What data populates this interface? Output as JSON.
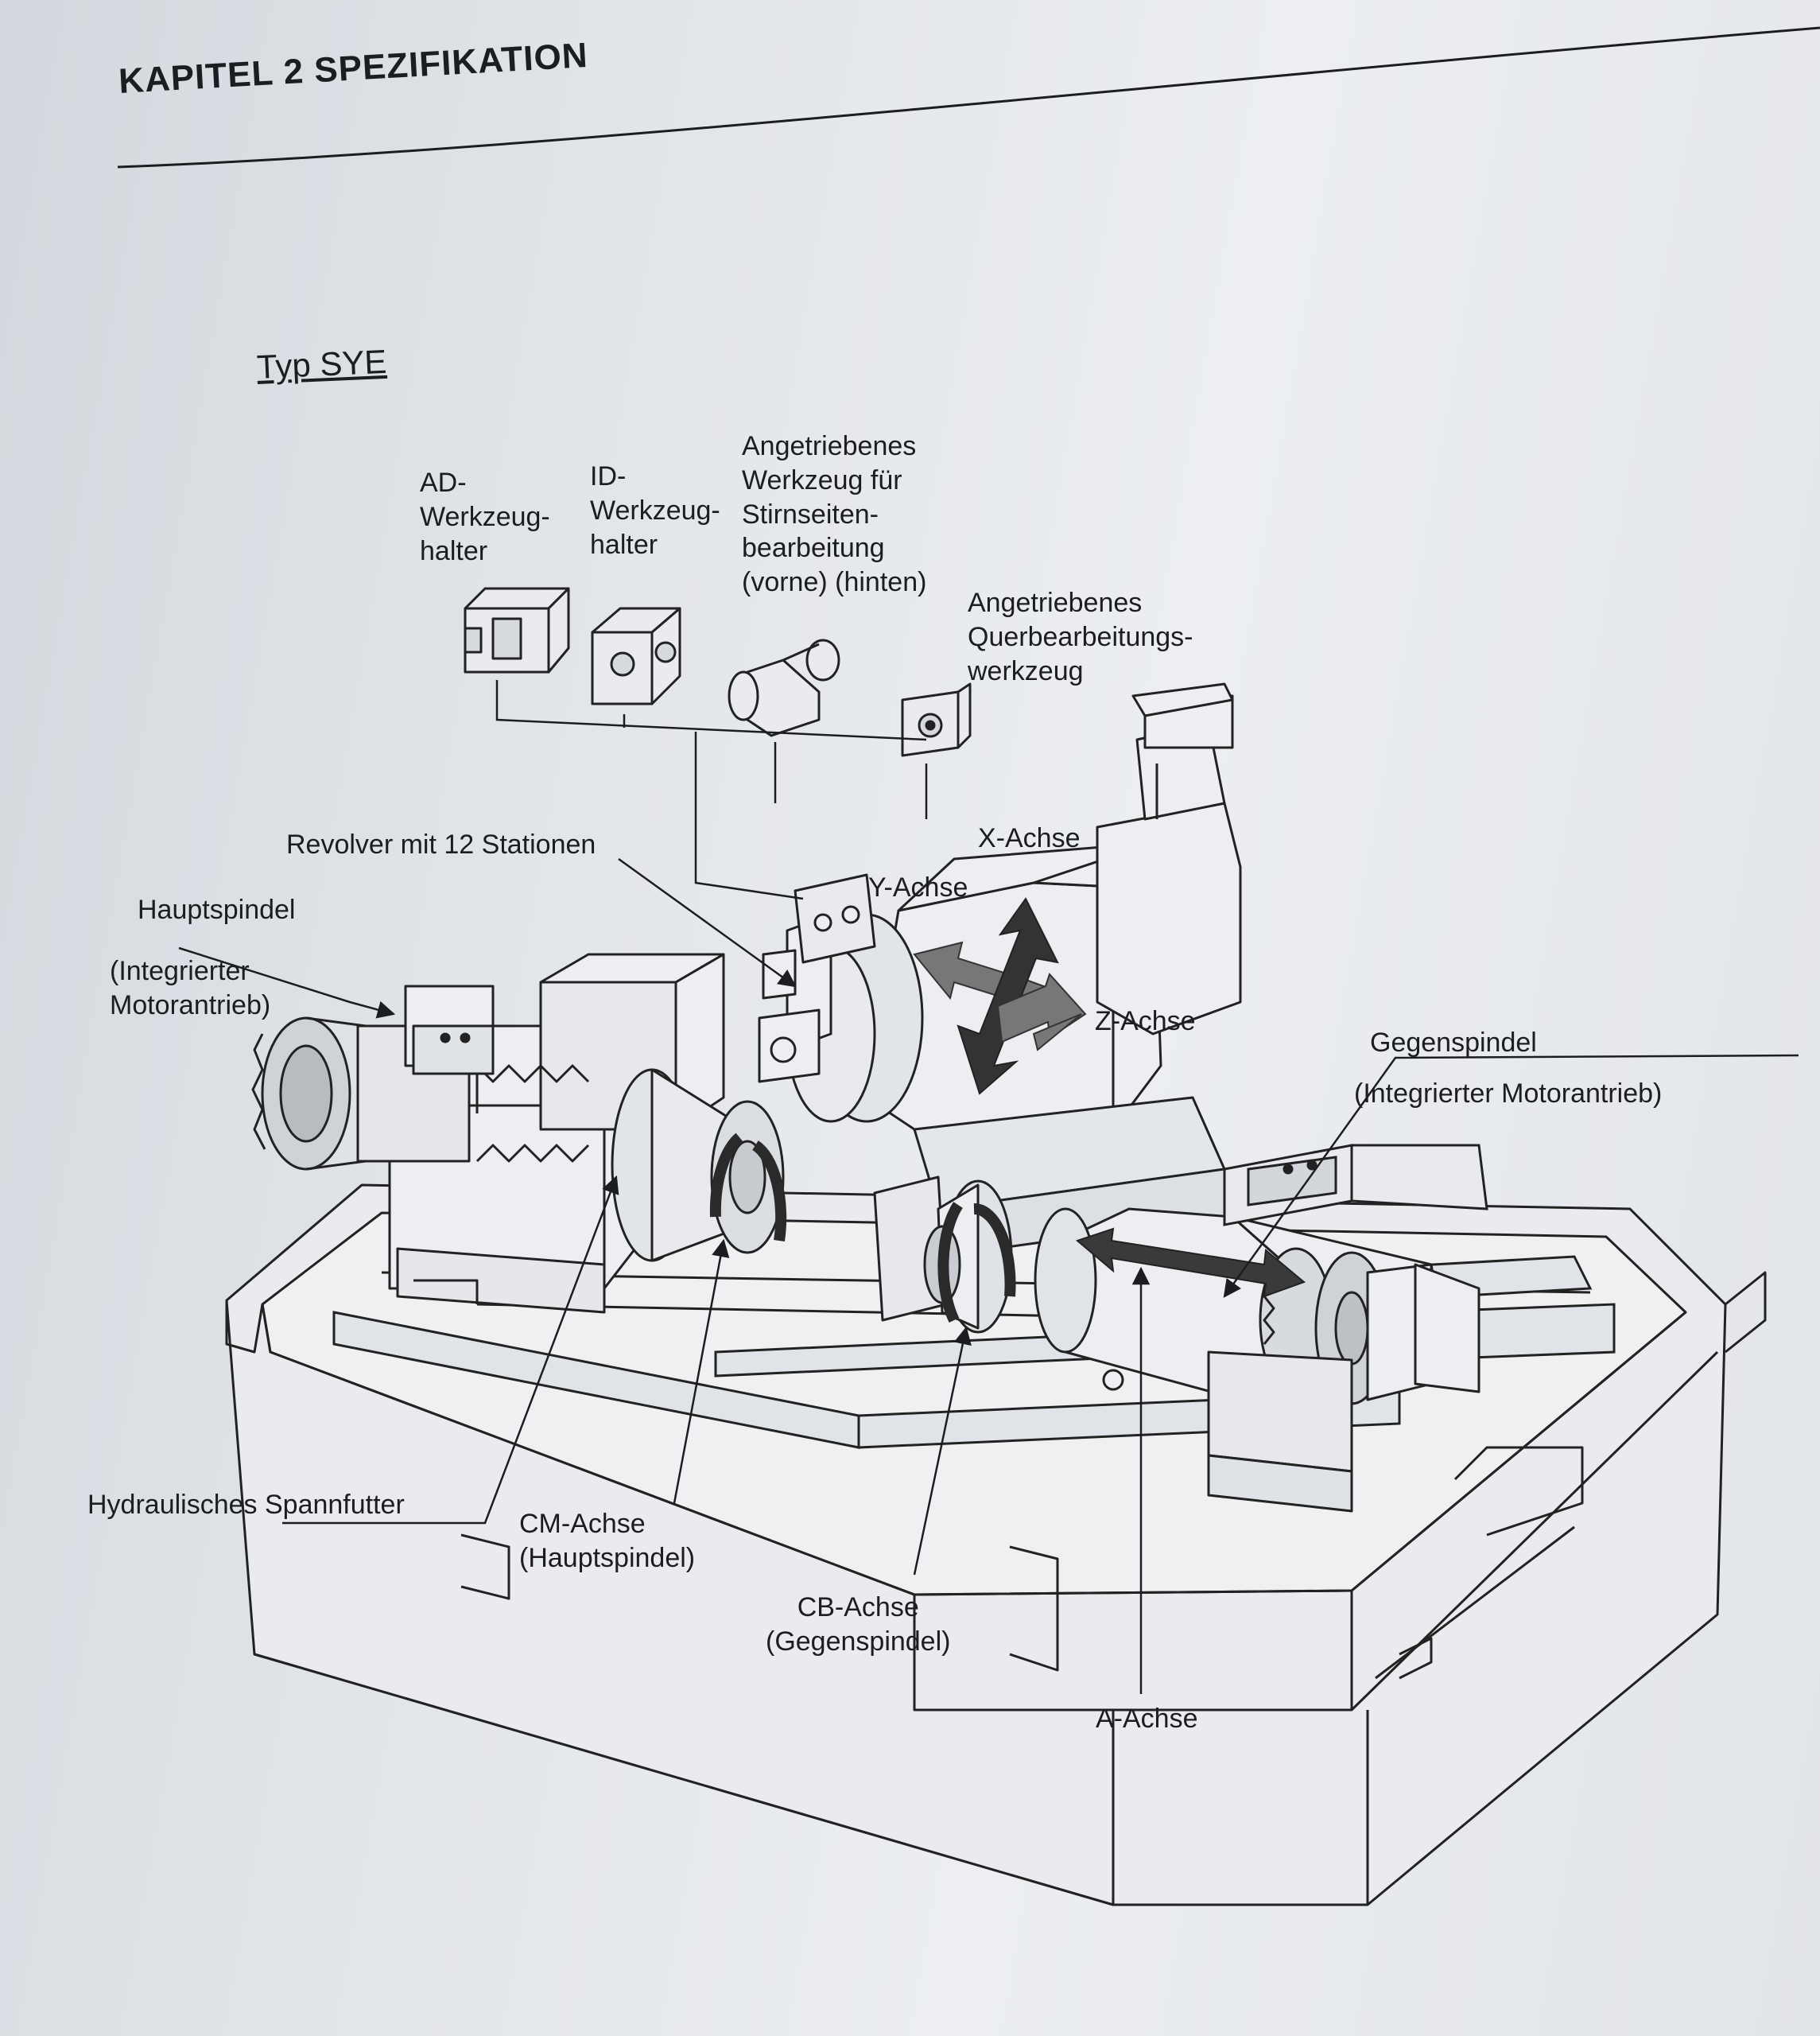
{
  "header": {
    "chapter_title": "KAPITEL 2  SPEZIFIKATION",
    "subtitle": "Typ SYE"
  },
  "tool_holders": {
    "ad_holder": "AD-\nWerkzeug-\nhalter",
    "id_holder": "ID-\nWerkzeug-\nhalter",
    "face_tool": "Angetriebenes\nWerkzeug für\nStirnseiten-\nbearbeitung\n(vorne) (hinten)",
    "cross_tool": "Angetriebenes\nQuerbearbeitungs-\nwerkzeug"
  },
  "labels": {
    "turret": "Revolver mit 12 Stationen",
    "main_spindle": "Hauptspindel",
    "main_spindle_note": "(Integrierter\nMotorantrieb)",
    "y_axis": "Y-Achse",
    "x_axis": "X-Achse",
    "z_axis": "Z-Achse",
    "sub_spindle": "Gegenspindel",
    "sub_spindle_note": "(Integrierter Motorantrieb)",
    "hydraulic_chuck": "Hydraulisches Spannfutter",
    "cm_axis": "CM-Achse\n(Hauptspindel)",
    "cb_axis": "CB-Achse\n(Gegenspindel)",
    "a_axis": "A-Achse"
  },
  "colors": {
    "paper": "#e4e7eb",
    "ink": "#1c1d20",
    "arrow_dark": "#2a2a2a",
    "arrow_gray": "#6e6e6e"
  }
}
